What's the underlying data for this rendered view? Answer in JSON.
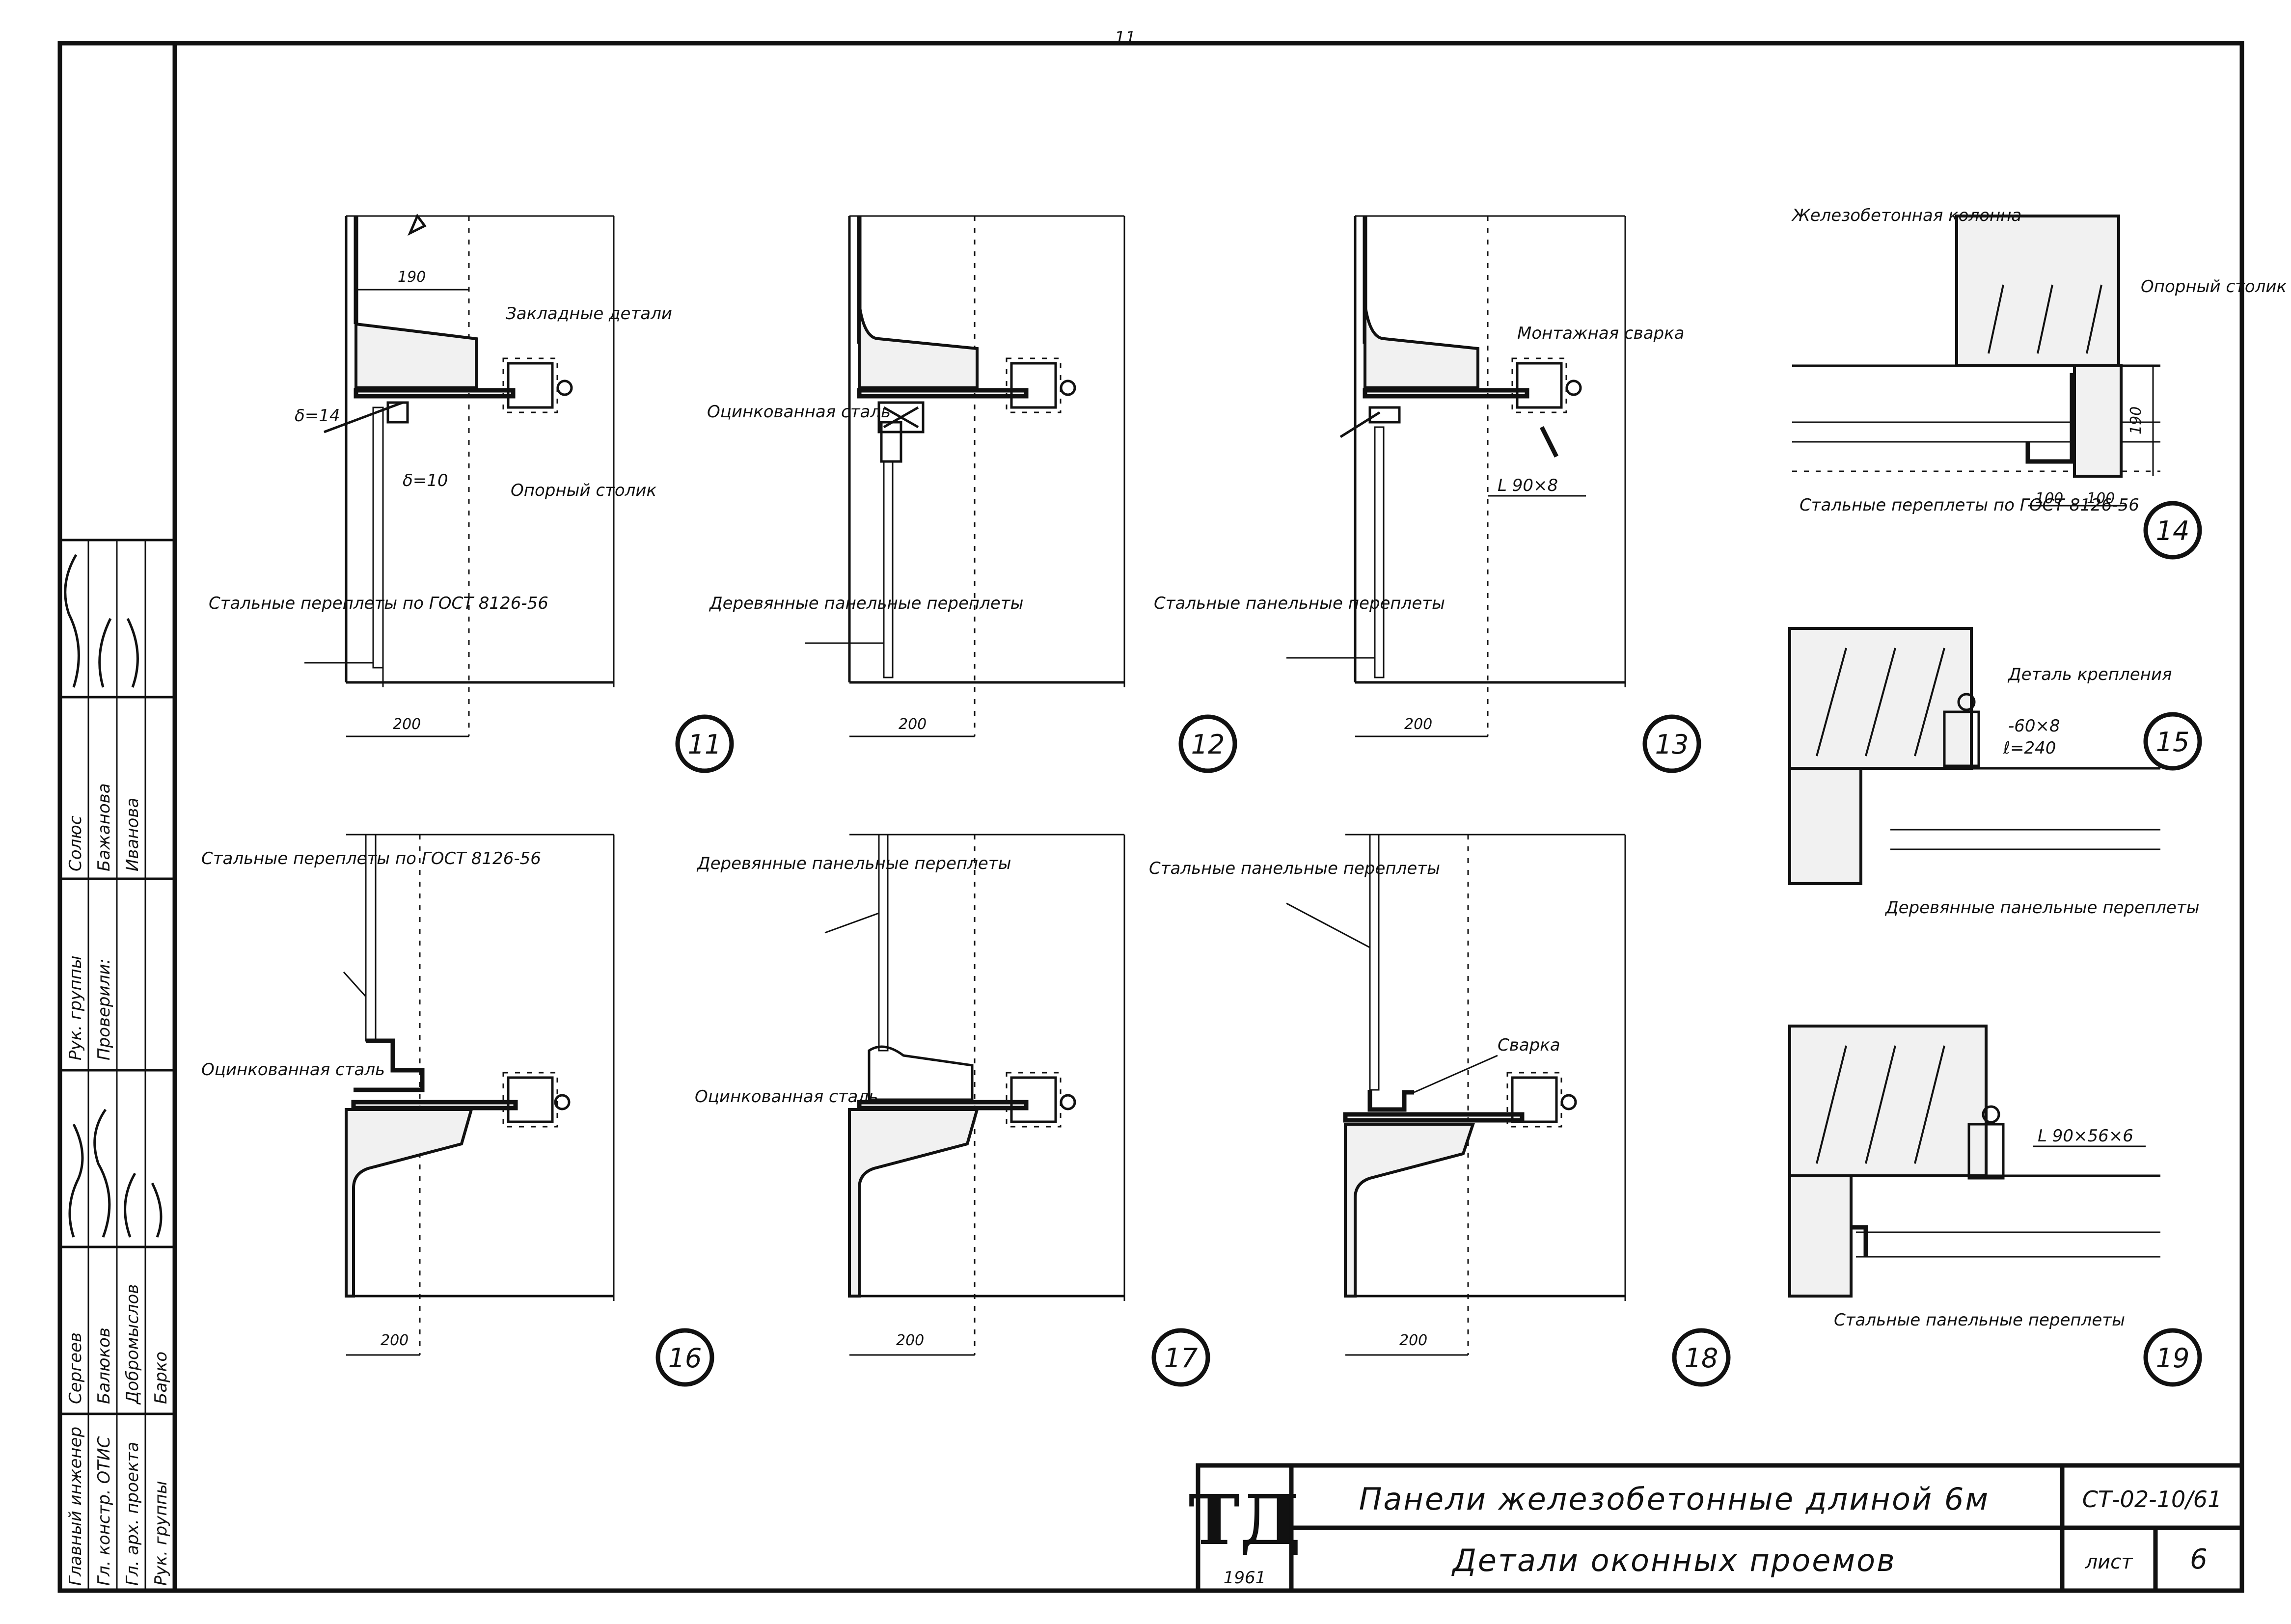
{
  "sheet": {
    "page_number": "11",
    "title_block": {
      "logo": "ТД",
      "year": "1961",
      "title_line1": "Панели железобетонные длиной 6м",
      "title_line2": "Детали оконных проемов",
      "doc_code": "СТ-02-10/61",
      "sheet_label": "лист",
      "sheet_number": "6"
    },
    "signature_block": {
      "roles_left": [
        "Главный инженер",
        "Гл. констр. ОТИС",
        "Гл. арх. проекта",
        "Рук. группы"
      ],
      "names_left": [
        "Сергеев",
        "Балюков",
        "Добромыслов",
        "Барко"
      ],
      "roles_right": [
        "Рук. группы",
        "Проверили:"
      ],
      "names_right": [
        "Солюс",
        "Бажанова",
        "Иванова"
      ]
    }
  },
  "details": [
    {
      "number": "11",
      "labels": {
        "embedded": "Закладные детали",
        "dim_top": "190",
        "delta14": "δ=14",
        "delta10": "δ=10",
        "support": "Опорный столик",
        "frames": "Стальные переплеты по ГОСТ 8126-56",
        "dim_bottom": "200"
      }
    },
    {
      "number": "12",
      "labels": {
        "galv": "Оцинкованная сталь",
        "frames": "Деревянные панельные переплеты",
        "dim_bottom": "200"
      }
    },
    {
      "number": "13",
      "labels": {
        "welding": "Монтажная сварка",
        "angle": "L 90×8",
        "frames": "Стальные панельные переплеты",
        "dim_bottom": "200"
      }
    },
    {
      "number": "14",
      "labels": {
        "column": "Железобетонная колонна",
        "support": "Опорный столик",
        "dim_190": "190",
        "dim_100a": "100",
        "dim_100b": "100",
        "frames": "Стальные переплеты по ГОСТ 8126-56"
      }
    },
    {
      "number": "15",
      "labels": {
        "fastener": "Деталь крепления",
        "plate": "-60×8",
        "length": "ℓ=240",
        "frames": "Деревянные панельные переплеты"
      }
    },
    {
      "number": "16",
      "labels": {
        "frames": "Стальные переплеты по ГОСТ 8126-56",
        "galv": "Оцинкованная сталь",
        "dim_bottom": "200"
      }
    },
    {
      "number": "17",
      "labels": {
        "frames": "Деревянные панельные переплеты",
        "galv": "Оцинкованная сталь",
        "dim_bottom": "200"
      }
    },
    {
      "number": "18",
      "labels": {
        "frames": "Стальные панельные переплеты",
        "welding": "Сварка",
        "dim_bottom": "200"
      }
    },
    {
      "number": "19",
      "labels": {
        "angle": "L 90×56×6",
        "frames": "Стальные панельные переплеты"
      }
    }
  ]
}
